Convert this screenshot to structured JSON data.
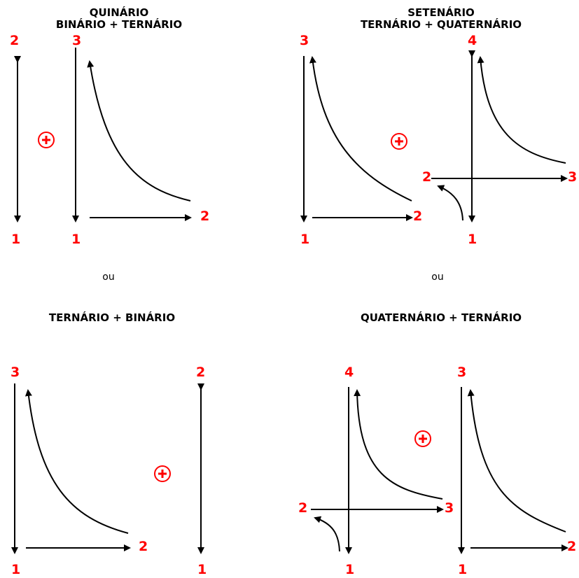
{
  "colors": {
    "number": "#ff0000",
    "line": "#000000",
    "plus": "#ff0000"
  },
  "icons": [
    "plus-circle-icon",
    "arrowhead-icon"
  ],
  "separator": "ou",
  "panels": {
    "quinario": {
      "title_line1": "QUINÁRIO",
      "title_line2": "BINÁRIO + TERNÁRIO",
      "binary": {
        "top": "2",
        "bottom": "1"
      },
      "ternary": {
        "top": "3",
        "bottom": "1",
        "right": "2"
      }
    },
    "setenario": {
      "title_line1": "SETENÁRIO",
      "title_line2": "TERNÁRIO + QUATERNÁRIO",
      "ternary": {
        "top": "3",
        "bottom": "1",
        "right": "2"
      },
      "quaternary": {
        "top": "4",
        "left": "2",
        "right": "3",
        "bottom": "1"
      }
    },
    "ternario_binario": {
      "title": "TERNÁRIO + BINÁRIO",
      "ternary": {
        "top": "3",
        "bottom": "1",
        "right": "2"
      },
      "binary": {
        "top": "2",
        "bottom": "1"
      }
    },
    "quaternario_ternario": {
      "title": "QUATERNÁRIO + TERNÁRIO",
      "quaternary": {
        "top": "4",
        "left": "2",
        "right": "3",
        "bottom": "1"
      },
      "ternary": {
        "top": "3",
        "bottom": "1",
        "right": "2"
      }
    }
  }
}
